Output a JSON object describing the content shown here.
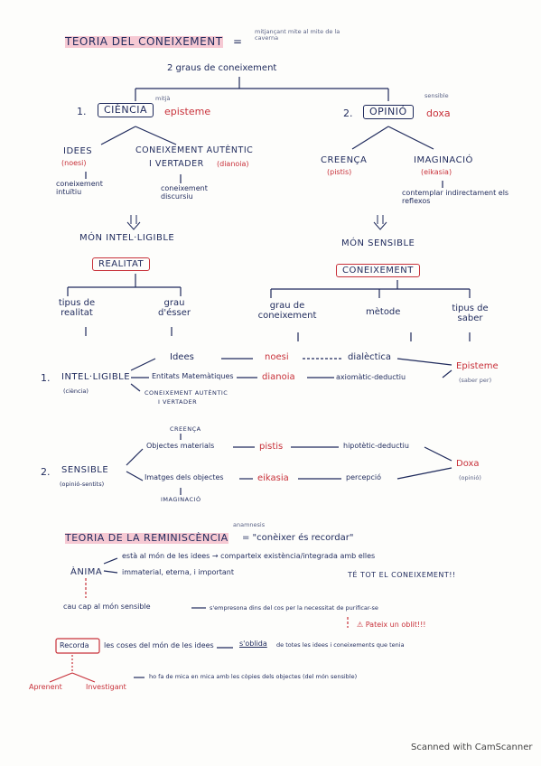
{
  "title": {
    "heading": "TEORIA DEL CONEIXEMENT",
    "eq": "=",
    "note": "mitjançant mite al mite de la caverna"
  },
  "graus": "2 graus de coneixement",
  "ciencia": {
    "num": "1.",
    "label": "CIÈNCIA",
    "small": "mitjà",
    "greek": "episteme",
    "idees": "IDEES",
    "noesi": "(noesi)",
    "idees_desc": "coneixement intuïtiu",
    "autentic": "CONEIXEMENT AUTÈNTIC",
    "vertader": "I VERTADER",
    "dianoia": "(dianoia)",
    "autentic_desc": "coneixement discursiu"
  },
  "opinio": {
    "num": "2.",
    "label": "OPINIÓ",
    "small": "sensible",
    "greek": "doxa",
    "creenca": "CREENÇA",
    "pistis": "(pistis)",
    "imaginacio": "IMAGINACIÓ",
    "eikasia": "(eikasia)",
    "imag_desc": "contemplar indirectament els reflexos"
  },
  "mon_intel": "MÓN INTEL·LIGIBLE",
  "mon_sens": "MÓN SENSIBLE",
  "realitat": "REALITAT",
  "coneixement": "CONEIXEMENT",
  "tipus_realitat": "tipus de realitat",
  "grau_esser": "grau d'ésser",
  "grau_coneixement": "grau de coneixement",
  "metode": "mètode",
  "tipus_saber": "tipus de saber",
  "intel": {
    "num": "1.",
    "label": "INTEL·LIGIBLE",
    "sub": "(ciència)",
    "idees": "Idees",
    "noesi": "noesi",
    "dialectica": "dialèctica",
    "entitats": "Entitats Matemàtiques",
    "dianoia": "dianoia",
    "axiomatic": "axiomàtic-deductiu",
    "autentic": "CONEIXEMENT AUTÈNTIC",
    "vertader": "I VERTADER",
    "episteme": "Episteme",
    "saber": "(saber per)"
  },
  "sensible": {
    "num": "2.",
    "label": "SENSIBLE",
    "sub": "(opinió-sentits)",
    "creenca": "CREENÇA",
    "objectes": "Objectes materials",
    "pistis": "pistis",
    "hipotetic": "hipotètic-deductiu",
    "imatges": "Imatges dels objectes",
    "eikasia": "eikasia",
    "percepcio": "percepció",
    "imaginacio": "IMAGINACIÓ",
    "doxa": "Doxa",
    "opinio": "(opinió)"
  },
  "reminiscencia": {
    "heading": "TEORIA DE LA REMINISCÈNCIA",
    "small": "anamnesis",
    "def": "= \"conèixer és recordar\""
  },
  "anima": {
    "label": "ÀNIMA",
    "line1": "està al món de les idees → comparteix existència/integrada amb elles",
    "line2": "immaterial, eterna, i important",
    "te_tot": "TÉ TOT EL CONEIXEMENT!!"
  },
  "cau": {
    "text": "cau cap al món sensible",
    "rest": "s'empresona dins del cos per la necessitat de purificar-se",
    "oblit": "⚠ Pateix un oblit!!!"
  },
  "recorda": {
    "label": "Recorda",
    "text": "les coses del món de les idees",
    "oblida": "s'oblida",
    "oblida_rest": "de totes les idees i coneixements que tenia",
    "fa": "ho fa de mica en mica amb les còpies dels objectes (del món sensible)",
    "aprenent": "Aprenent",
    "investigant": "Investigant"
  },
  "scanner": "Scanned with CamScanner"
}
